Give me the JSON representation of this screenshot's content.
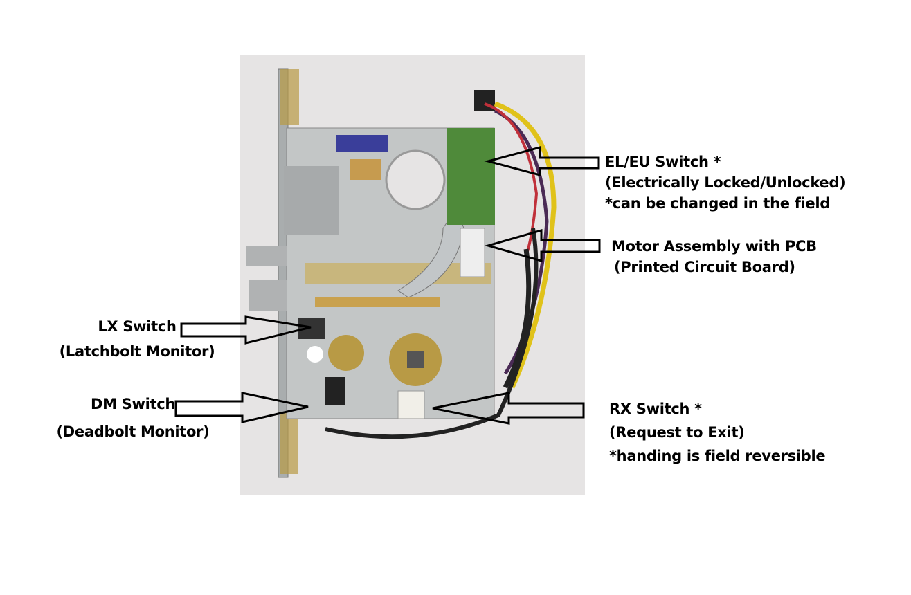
{
  "labels": {
    "eleu": {
      "title": "EL/EU Switch *",
      "subtitle": "(Electrically Locked/Unlocked)",
      "note": "*can be changed in the field"
    },
    "motor": {
      "title": "Motor Assembly with PCB",
      "subtitle": "(Printed Circuit Board)"
    },
    "lx": {
      "title": "LX Switch",
      "subtitle": "(Latchbolt Monitor)"
    },
    "dm": {
      "title": "DM Switch",
      "subtitle": "(Deadbolt Monitor)"
    },
    "rx": {
      "title": "RX Switch *",
      "subtitle": "(Request to Exit)",
      "note": "*handing is field reversible"
    }
  },
  "colors": {
    "photo_bg": "#e6e4e4",
    "metal": "#b9bcbd",
    "brass": "#b89a45",
    "pcb": "#4f8a3a",
    "wire_yellow": "#e0c21a",
    "wire_black": "#222222"
  }
}
